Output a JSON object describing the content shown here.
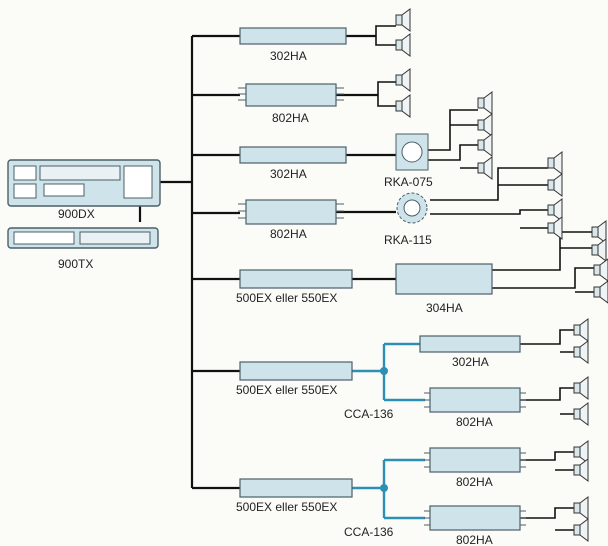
{
  "head_unit": "900DX",
  "controller": "900TX",
  "chains": [
    {
      "amp": "302HA",
      "accessory": ""
    },
    {
      "amp": "802HA",
      "accessory": ""
    },
    {
      "amp": "302HA",
      "accessory": "RKA-075"
    },
    {
      "amp": "802HA",
      "accessory": "RKA-115"
    },
    {
      "amp": "500EX eller 550EX",
      "sub": "304HA"
    },
    {
      "amp": "500EX eller 550EX",
      "crossover": "CCA-136",
      "outputs": [
        "302HA",
        "802HA"
      ]
    },
    {
      "amp": "500EX eller 550EX",
      "crossover": "CCA-136",
      "outputs": [
        "802HA",
        "802HA"
      ]
    }
  ],
  "colors": {
    "wire": "#111111",
    "crossover_wire": "#2e8fb4",
    "device_fill": "#cfe3ea",
    "device_stroke": "#5a6f78"
  }
}
